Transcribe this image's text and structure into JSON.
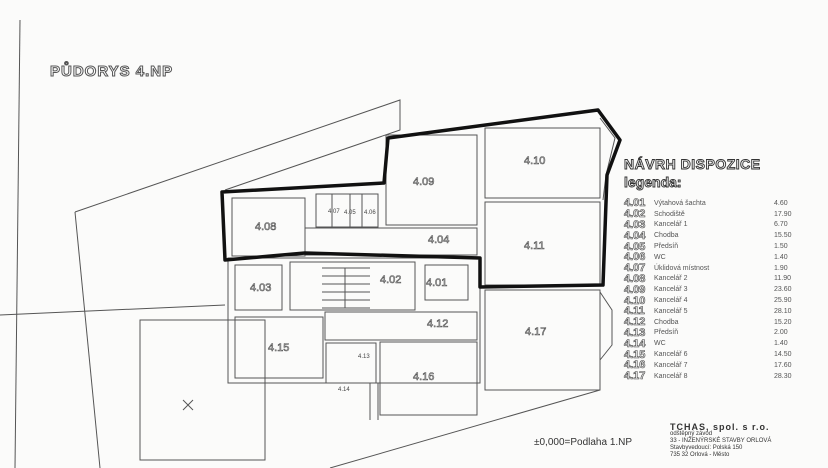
{
  "title": "PŮDORYS 4.NP",
  "legend": {
    "title": "NÁVRH DISPOZICE",
    "subtitle": "legenda:",
    "rooms": [
      {
        "code": "4.01",
        "name": "Výtahová šachta",
        "area": "4.60"
      },
      {
        "code": "4.02",
        "name": "Schodiště",
        "area": "17.90"
      },
      {
        "code": "4.03",
        "name": "Kancelář 1",
        "area": "6.70"
      },
      {
        "code": "4.04",
        "name": "Chodba",
        "area": "15.50"
      },
      {
        "code": "4.05",
        "name": "Předsíň",
        "area": "1.50"
      },
      {
        "code": "4.06",
        "name": "WC",
        "area": "1.40"
      },
      {
        "code": "4.07",
        "name": "Úklidová místnost",
        "area": "1.90"
      },
      {
        "code": "4.08",
        "name": "Kancelář 2",
        "area": "11.90"
      },
      {
        "code": "4.09",
        "name": "Kancelář 3",
        "area": "23.60"
      },
      {
        "code": "4.10",
        "name": "Kancelář 4",
        "area": "25.90"
      },
      {
        "code": "4.11",
        "name": "Kancelář 5",
        "area": "28.10"
      },
      {
        "code": "4.12",
        "name": "Chodba",
        "area": "15.20"
      },
      {
        "code": "4.13",
        "name": "Předsíň",
        "area": "2.00"
      },
      {
        "code": "4.14",
        "name": "WC",
        "area": "1.40"
      },
      {
        "code": "4.15",
        "name": "Kancelář 6",
        "area": "14.50"
      },
      {
        "code": "4.16",
        "name": "Kancelář 7",
        "area": "17.60"
      },
      {
        "code": "4.17",
        "name": "Kancelář 8",
        "area": "28.30"
      }
    ]
  },
  "plan_labels": {
    "r401": "4.01",
    "r402": "4.02",
    "r403": "4.03",
    "r404": "4.04",
    "r405": "4.05",
    "r406": "4.06",
    "r407": "4.07",
    "r408": "4.08",
    "r409": "4.09",
    "r410": "4.10",
    "r411": "4.11",
    "r412": "4.12",
    "r413": "4.13",
    "r415": "4.15",
    "r416": "4.16",
    "r417": "4.17",
    "r414": "4.14"
  },
  "footer": {
    "level_note": "±0,000=Podlaha 1.NP",
    "stamp": [
      "TCHAS, spol. s r.o.",
      "odštěpný závod",
      "33 - INŽENÝRSKÉ STAVBY ORLOVÁ",
      "Stavbyvedoucí: Polská 150",
      "735 32 Orlová - Město"
    ]
  },
  "colors": {
    "outline": "#111111",
    "walls": "#444444",
    "paper": "#fbfbfa"
  }
}
